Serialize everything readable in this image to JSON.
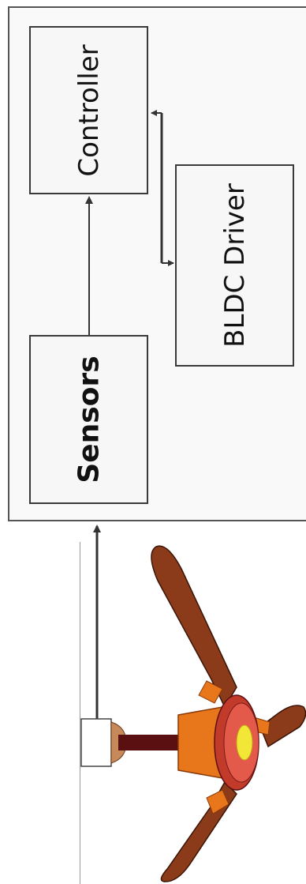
{
  "diagram": {
    "blocks": {
      "controller": "Controller",
      "bldc_driver": "BLDC Driver",
      "sensors": "Sensors"
    },
    "colors": {
      "box_border": "#3a3a3a",
      "frame_border": "#555555",
      "arrow": "#333333",
      "fan_blade": "#8b3a1a",
      "fan_hub": "#e0504a",
      "fan_light": "#f2e636",
      "fan_rod": "#5a1010"
    }
  }
}
